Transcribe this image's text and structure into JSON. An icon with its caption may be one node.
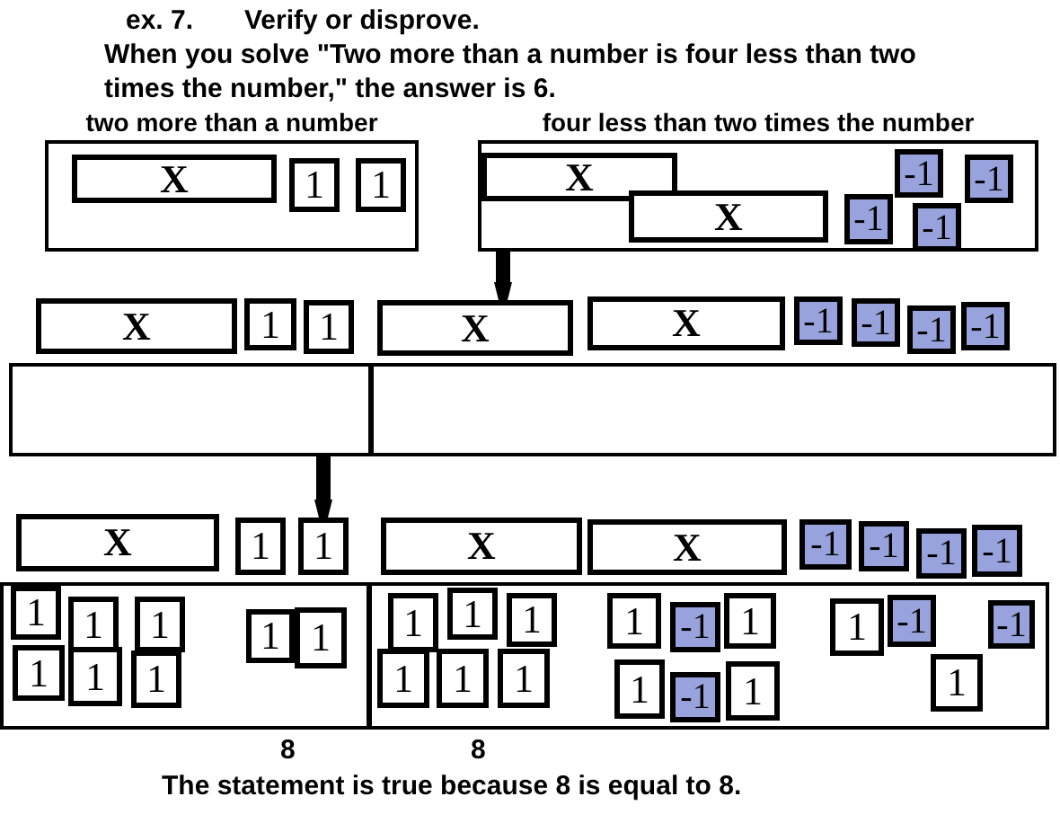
{
  "diagram": {
    "nodes": [
      {
        "text": [
          "two more than a number"
        ]
      },
      {
        "text": [
          "X"
        ],
        "in": 0
      },
      {
        "text": [
          "1"
        ],
        "in": 0
      },
      {
        "text": [
          "1"
        ],
        "in": 0
      },
      {
        "text": [
          "four less than two times the number"
        ]
      },
      {
        "text": [
          "X"
        ],
        "in": 4
      },
      {
        "text": [
          "X"
        ],
        "in": 4
      },
      {
        "text": [
          "-1"
        ],
        "in": 4
      },
      {
        "text": [
          "-1"
        ],
        "in": 4
      },
      {
        "text": [
          "-1"
        ],
        "in": 4
      },
      {
        "text": [
          "-1"
        ],
        "in": 4
      },
      {
        "text": [
          "X"
        ]
      },
      {
        "text": [
          "1"
        ]
      },
      {
        "text": [
          "1"
        ]
      },
      {
        "text": [
          "X"
        ]
      },
      {
        "text": [
          "X"
        ]
      },
      {
        "text": [
          "-1"
        ]
      },
      {
        "text": [
          "-1"
        ]
      },
      {
        "text": [
          "-1"
        ]
      },
      {
        "text": [
          "-1"
        ]
      },
      {
        "text": [],
        "shape": "box"
      },
      {
        "text": [],
        "shape": "box"
      },
      {
        "text": [
          "X"
        ]
      },
      {
        "text": [
          "1"
        ]
      },
      {
        "text": [
          "1"
        ]
      },
      {
        "text": [
          "X"
        ]
      },
      {
        "text": [
          "X"
        ]
      },
      {
        "text": [
          "-1"
        ]
      },
      {
        "text": [
          "-1"
        ]
      },
      {
        "text": [
          "-1"
        ]
      },
      {
        "text": [
          "-1"
        ]
      },
      {
        "text": [],
        "shape": "box"
      },
      {
        "text": [
          "1"
        ],
        "in": 31
      },
      {
        "text": [
          "1"
        ],
        "in": 31
      },
      {
        "text": [
          "1"
        ],
        "in": 31
      },
      {
        "text": [
          "1"
        ],
        "in": 31
      },
      {
        "text": [
          "1"
        ],
        "in": 31
      },
      {
        "text": [
          "1"
        ],
        "in": 31
      },
      {
        "text": [
          "1"
        ],
        "in": 31
      },
      {
        "text": [
          "1"
        ],
        "in": 31
      },
      {
        "text": [],
        "shape": "box"
      },
      {
        "text": [
          "1"
        ],
        "in": 40
      },
      {
        "text": [
          "1"
        ],
        "in": 40
      },
      {
        "text": [
          "1"
        ],
        "in": 40
      },
      {
        "text": [
          "1"
        ],
        "in": 40
      },
      {
        "text": [
          "1"
        ],
        "in": 40
      },
      {
        "text": [
          "1"
        ],
        "in": 40
      },
      {
        "text": [
          "1"
        ],
        "in": 40
      },
      {
        "text": [
          "1"
        ],
        "in": 40
      },
      {
        "text": [
          "1"
        ],
        "in": 40
      },
      {
        "text": [
          "-1"
        ],
        "in": 40
      },
      {
        "text": [
          "1"
        ],
        "in": 40
      },
      {
        "text": [
          "-1"
        ],
        "in": 40
      },
      {
        "text": [
          "1"
        ],
        "in": 40
      },
      {
        "text": [
          "-1"
        ],
        "in": 40
      },
      {
        "text": [
          "1"
        ],
        "in": 40
      },
      {
        "text": [
          "-1"
        ],
        "in": 40
      }
    ],
    "edges": [
      {
        "from": 4,
        "to": 14,
        "arrow": "to"
      },
      {
        "from": 20,
        "to": 24,
        "arrow": "to"
      }
    ],
    "labels": [
      "ex. 7.",
      "Verify or disprove.",
      "When you solve \"Two more than a number is four less than two times the number,\" the answer is 6.",
      "8",
      "8",
      "The statement is true because 8 is equal to 8."
    ]
  }
}
